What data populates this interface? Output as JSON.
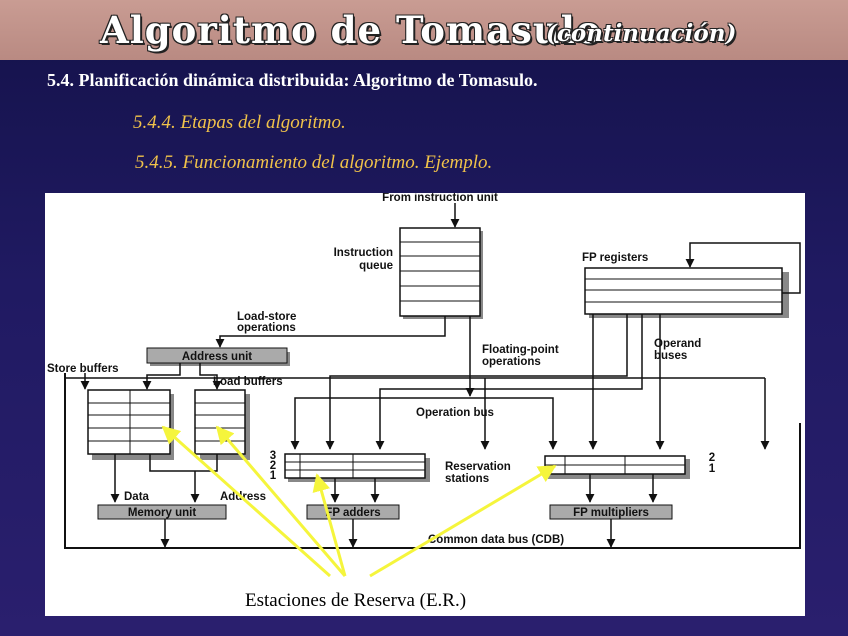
{
  "slide": {
    "title": "Algoritmo de Tomasulo",
    "title_note": "(continuación)",
    "heading": "5.4. Planificación dinámica distribuida: Algoritmo de Tomasulo.",
    "items": [
      "5.4.4. Etapas del algoritmo.",
      "5.4.5. Funcionamiento del algoritmo. Ejemplo."
    ]
  },
  "diagram": {
    "labels": {
      "from_instruction_unit": "From instruction unit",
      "instruction": "Instruction",
      "queue": "queue",
      "fp_registers": "FP registers",
      "load_store": "Load-store",
      "operations": "operations",
      "address_unit": "Address unit",
      "store_buffers": "Store buffers",
      "load_buffers": "Load buffers",
      "floating_point": "Floating-point",
      "fp_operations": "operations",
      "operand": "Operand",
      "buses": "buses",
      "operation_bus": "Operation bus",
      "reservation": "Reservation",
      "stations": "stations",
      "rs_left_nums": [
        "3",
        "2",
        "1"
      ],
      "rs_right_nums": [
        "2",
        "1"
      ],
      "data": "Data",
      "address": "Address",
      "memory_unit": "Memory unit",
      "fp_adders": "FP adders",
      "fp_multipliers": "FP multipliers",
      "cdb": "Common data bus (CDB)"
    },
    "caption": "Estaciones de Reserva (E.R.)",
    "arrow_color": "#f5f53c"
  }
}
